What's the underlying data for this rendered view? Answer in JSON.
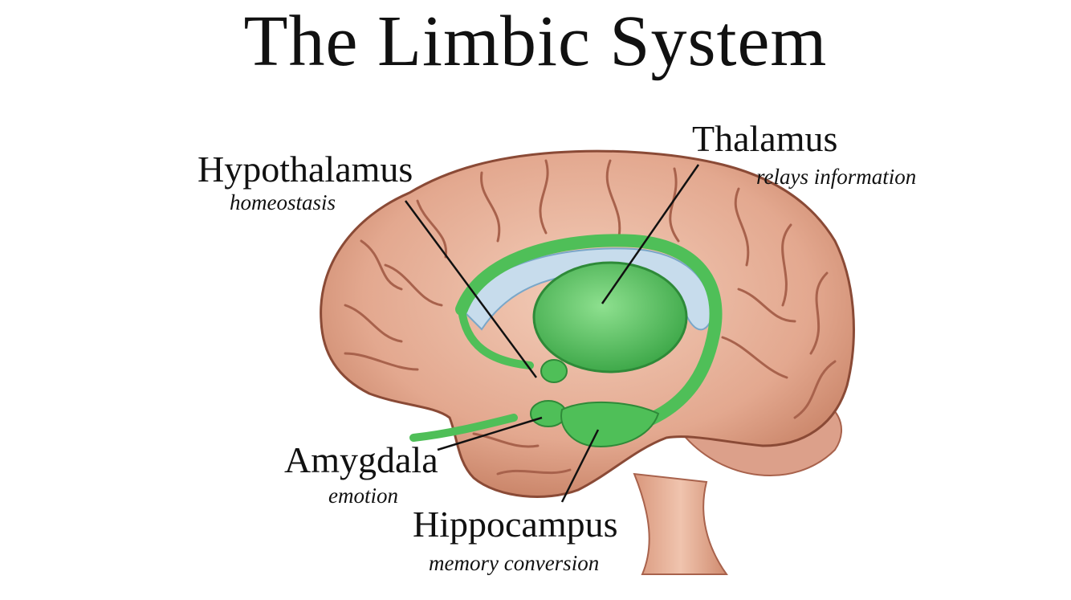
{
  "title": "The Limbic System",
  "labels": {
    "hypothalamus": {
      "name": "Hypothalamus",
      "function": "homeostasis"
    },
    "thalamus": {
      "name": "Thalamus",
      "function": "relays information"
    },
    "amygdala": {
      "name": "Amygdala",
      "function": "emotion"
    },
    "hippocampus": {
      "name": "Hippocampus",
      "function": "memory conversion"
    }
  },
  "colors": {
    "brain": "#e7b29c",
    "brain_shadow": "#a8624c",
    "limbic_green": "#4fbf58",
    "ventricle_blue": "#c7dcec",
    "leader_line": "#111111"
  }
}
